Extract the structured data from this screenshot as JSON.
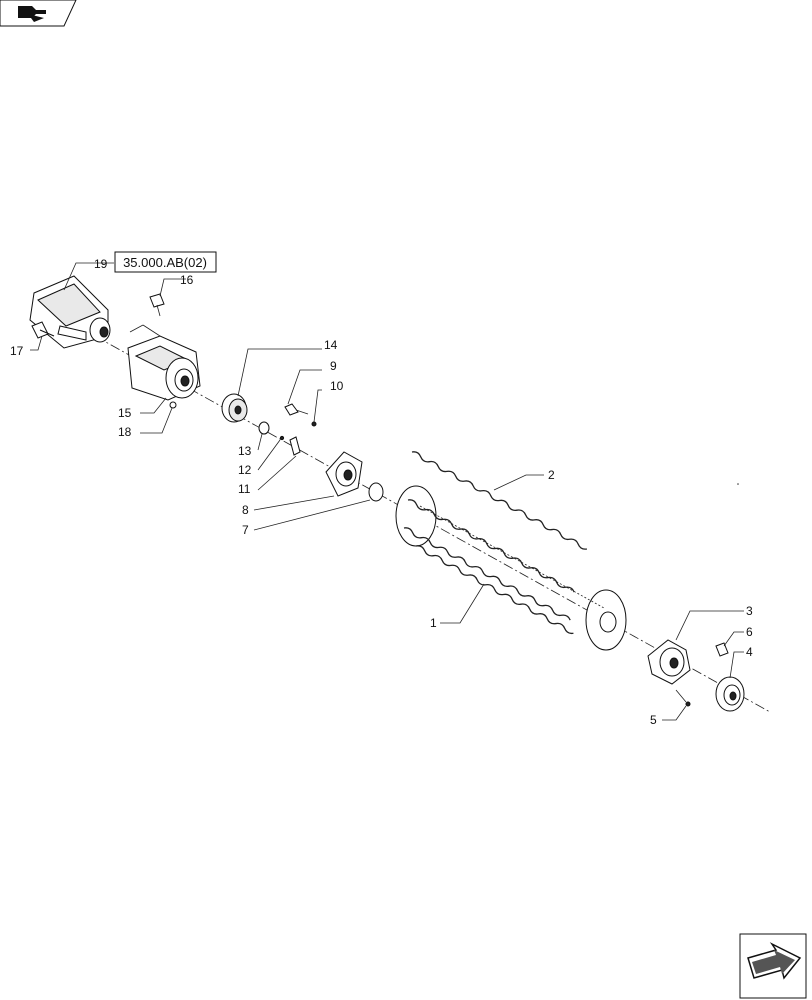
{
  "reference_box": {
    "text": "35.000.AB(02)"
  },
  "callouts": [
    {
      "number": "1"
    },
    {
      "number": "2"
    },
    {
      "number": "3"
    },
    {
      "number": "4"
    },
    {
      "number": "5"
    },
    {
      "number": "6"
    },
    {
      "number": "7"
    },
    {
      "number": "8"
    },
    {
      "number": "9"
    },
    {
      "number": "10"
    },
    {
      "number": "11"
    },
    {
      "number": "12"
    },
    {
      "number": "13"
    },
    {
      "number": "14"
    },
    {
      "number": "15"
    },
    {
      "number": "16"
    },
    {
      "number": "17"
    },
    {
      "number": "18"
    },
    {
      "number": "19"
    }
  ],
  "navigation": {
    "previous_icon": "arrow-back-icon",
    "next_icon": "arrow-forward-icon"
  }
}
